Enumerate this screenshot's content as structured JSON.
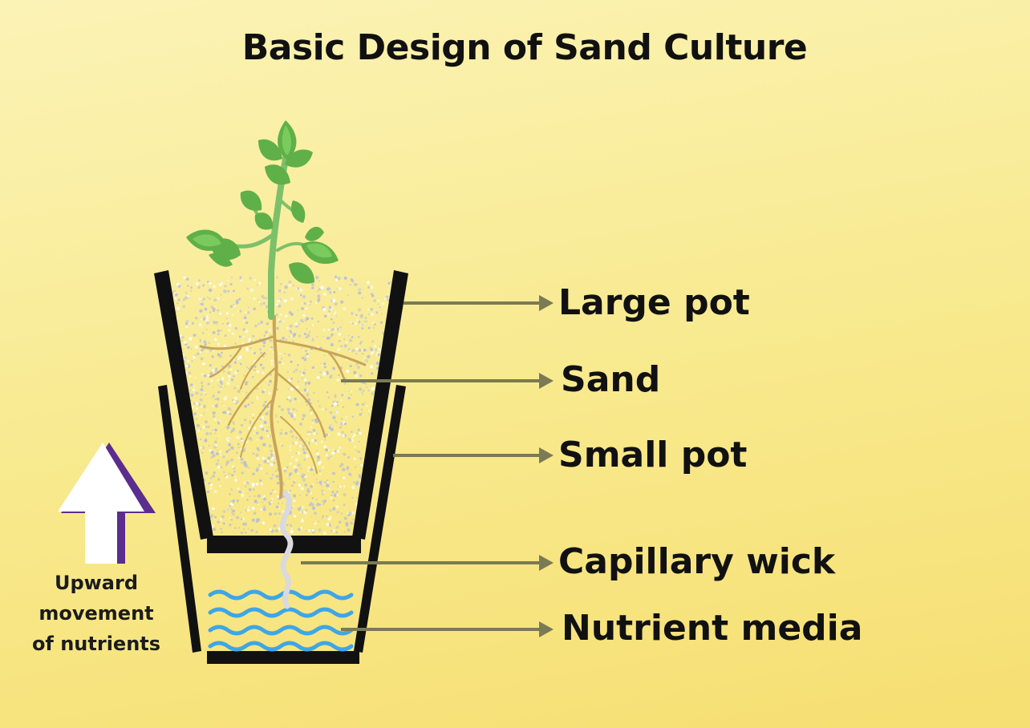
{
  "title": "Basic Design of Sand Culture",
  "labels": {
    "large_pot": "Large pot",
    "sand": "Sand",
    "small_pot": "Small pot",
    "capillary_wick": "Capillary wick",
    "nutrient_media": "Nutrient media"
  },
  "caption": {
    "line1": "Upward",
    "line2": "movement",
    "line3": "of nutrients"
  },
  "colors": {
    "pot": "#111111",
    "leaf": "#5fb048",
    "stem": "#7cc06a",
    "root": "#c9a45a",
    "sand": "#b9bfd6",
    "water": "#3ea6e6",
    "wick": "#d9d9de",
    "leader": "#7a7a55",
    "arrow_fill": "#ffffff",
    "arrow_edge": "#5b2d8e"
  },
  "icons": [
    "plant-icon",
    "upward-arrow-icon"
  ]
}
